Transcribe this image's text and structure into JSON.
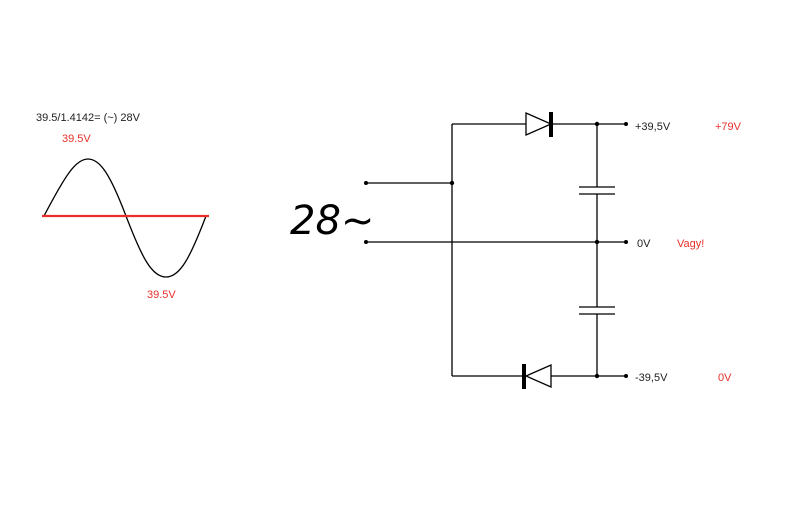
{
  "waveform": {
    "formula": "39.5/1.4142= (~) 28V",
    "peak_positive": "39.5V",
    "peak_negative": "39.5V",
    "wave_color": "#000000",
    "axis_color": "#e8302a"
  },
  "input_label": "28~",
  "outputs": {
    "top_voltage": "+39,5V",
    "top_alt": "+79V",
    "mid_voltage": "0V",
    "mid_alt": "Vagy!",
    "bottom_voltage": "-39,5V",
    "bottom_alt": "0V"
  },
  "colors": {
    "label": "#222222",
    "accent": "#e8302a"
  }
}
